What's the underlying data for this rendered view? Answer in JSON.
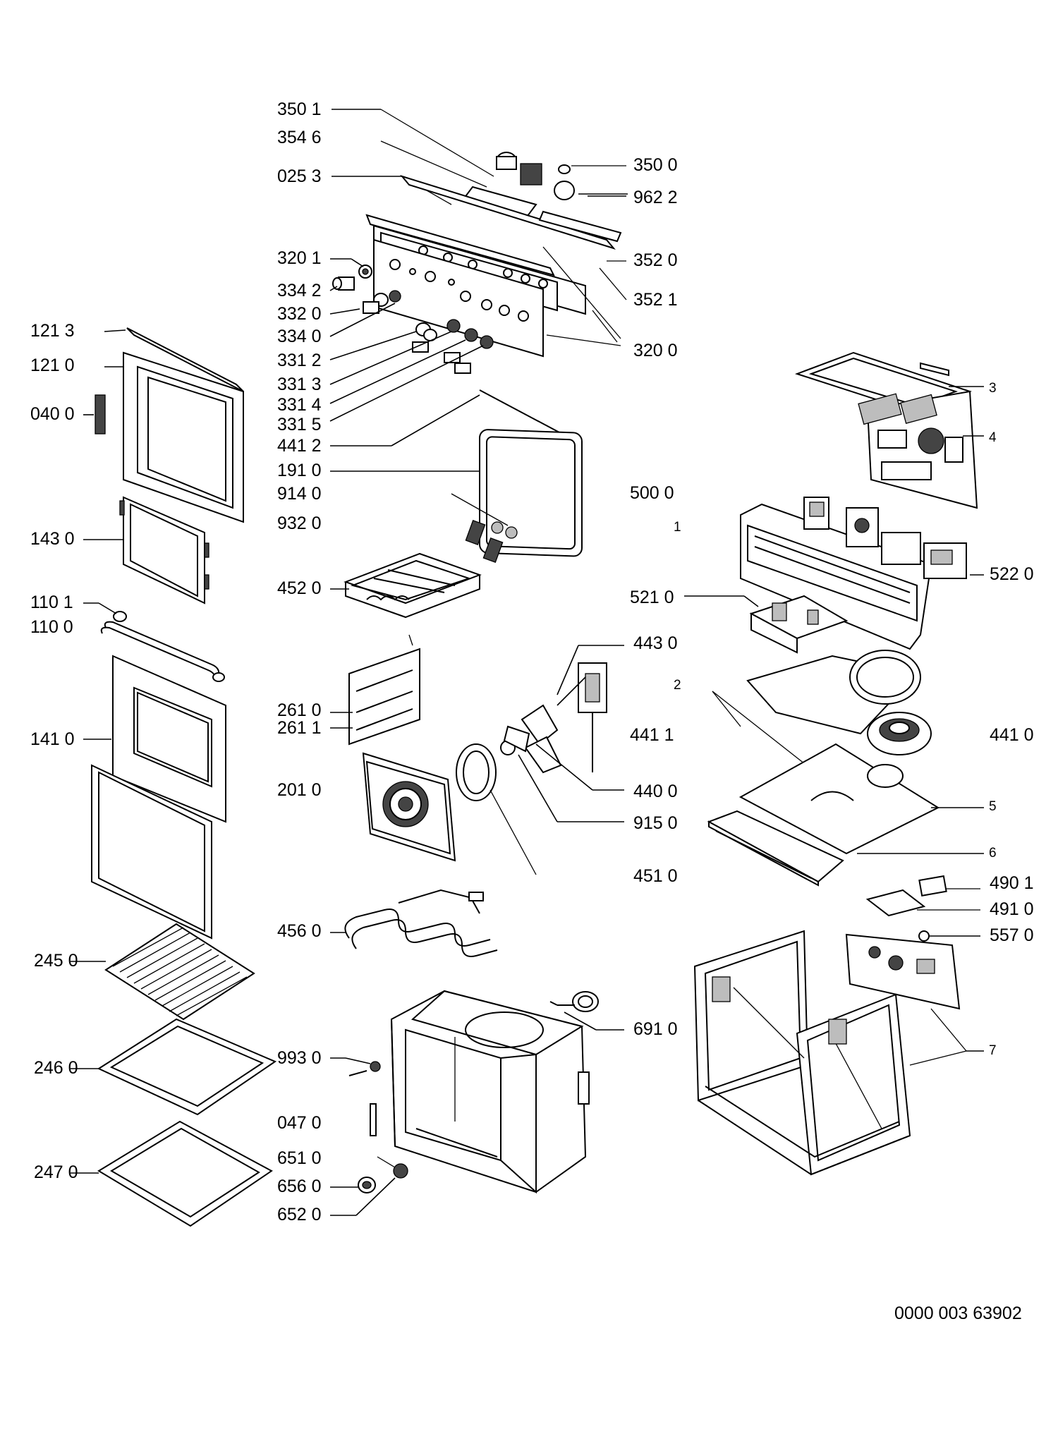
{
  "labels": {
    "l_3501": "350 1",
    "l_3546": "354 6",
    "l_0253": "025 3",
    "l_3201": "320 1",
    "l_3342": "334 2",
    "l_3320": "332 0",
    "l_3340": "334 0",
    "l_3312": "331 2",
    "l_3313": "331 3",
    "l_3314": "331 4",
    "l_3315": "331 5",
    "l_4412": "441 2",
    "l_1910": "191 0",
    "l_9140": "914 0",
    "l_9320": "932 0",
    "l_4520": "452 0",
    "l_2610": "261 0",
    "l_2611": "261 1",
    "l_2010": "201 0",
    "l_4560": "456 0",
    "l_9930": "993 0",
    "l_0470": "047 0",
    "l_6510": "651 0",
    "l_6560": "656 0",
    "l_6520": "652 0",
    "l_3500": "350 0",
    "l_9622": "962 2",
    "l_3520": "352 0",
    "l_3521": "352 1",
    "l_3200": "320 0",
    "l_5000": "500 0",
    "l_5210": "521 0",
    "l_4430": "443 0",
    "l_4411": "441 1",
    "l_4400": "440 0",
    "l_9150": "915 0",
    "l_4510": "451 0",
    "l_6910": "691 0",
    "l_1213": "121 3",
    "l_1210": "121 0",
    "l_0400": "040 0",
    "l_1430": "143 0",
    "l_1101": "110 1",
    "l_1100": "110 0",
    "l_1410": "141 0",
    "l_2450": "245 0",
    "l_2460": "246 0",
    "l_2470": "247 0",
    "l_5220": "522 0",
    "l_4410": "441 0",
    "l_4901": "490 1",
    "l_4910": "491 0",
    "l_5570": "557 0",
    "n_1": "1",
    "n_2": "2",
    "n_3": "3",
    "n_4": "4",
    "n_5": "5",
    "n_6": "6",
    "n_7": "7"
  },
  "document_ref": "0000 003 63902",
  "colors": {
    "line": "#000000",
    "background": "#ffffff",
    "shade": "#bdbdbd"
  }
}
